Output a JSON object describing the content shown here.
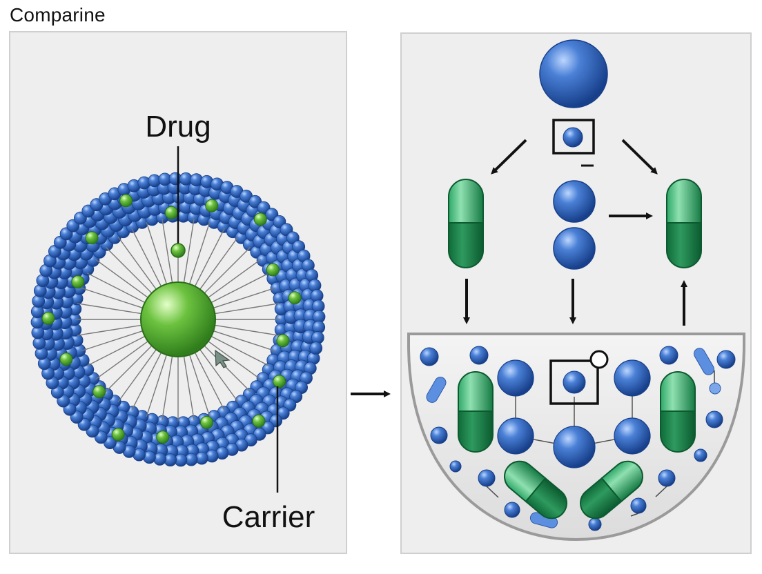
{
  "title": "Comparine",
  "labels": {
    "drug": "Drug",
    "carrier": "Carrier"
  },
  "colors": {
    "panel_bg": "#eeeeee",
    "panel_border": "#cfcfcf",
    "sphere_blue": "#2f62b8",
    "drug_green": "#5fb33a",
    "capsule_green": "#1f8a4d",
    "arrow": "#111111"
  },
  "icons": {
    "carrier_sphere": "blue-sphere-icon",
    "drug_bead": "green-bead-icon",
    "capsule": "capsule-icon",
    "frame": "square-frame-icon",
    "cursor": "cursor-icon"
  }
}
